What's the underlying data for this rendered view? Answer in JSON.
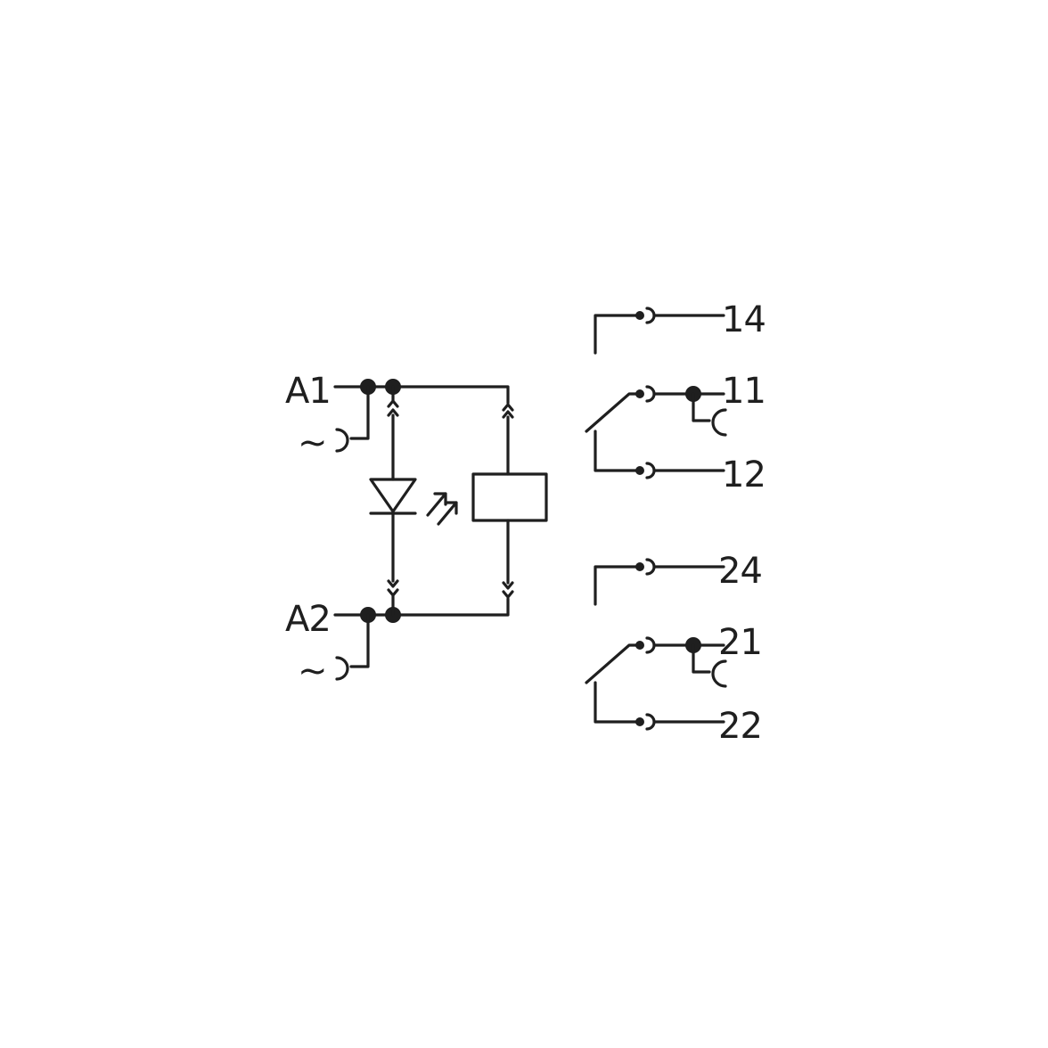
{
  "labels": {
    "a1": "A1",
    "a2": "A2",
    "ac_top": "~",
    "ac_bottom": "~",
    "t14": "14",
    "t11": "11",
    "t12": "12",
    "t24": "24",
    "t21": "21",
    "t22": "22"
  },
  "colors": {
    "line": "#1f1f1f",
    "background": "#ffffff"
  },
  "icons": [
    "led-diode-icon",
    "relay-coil-icon",
    "changeover-contact-icon",
    "plug-terminal-icon"
  ]
}
